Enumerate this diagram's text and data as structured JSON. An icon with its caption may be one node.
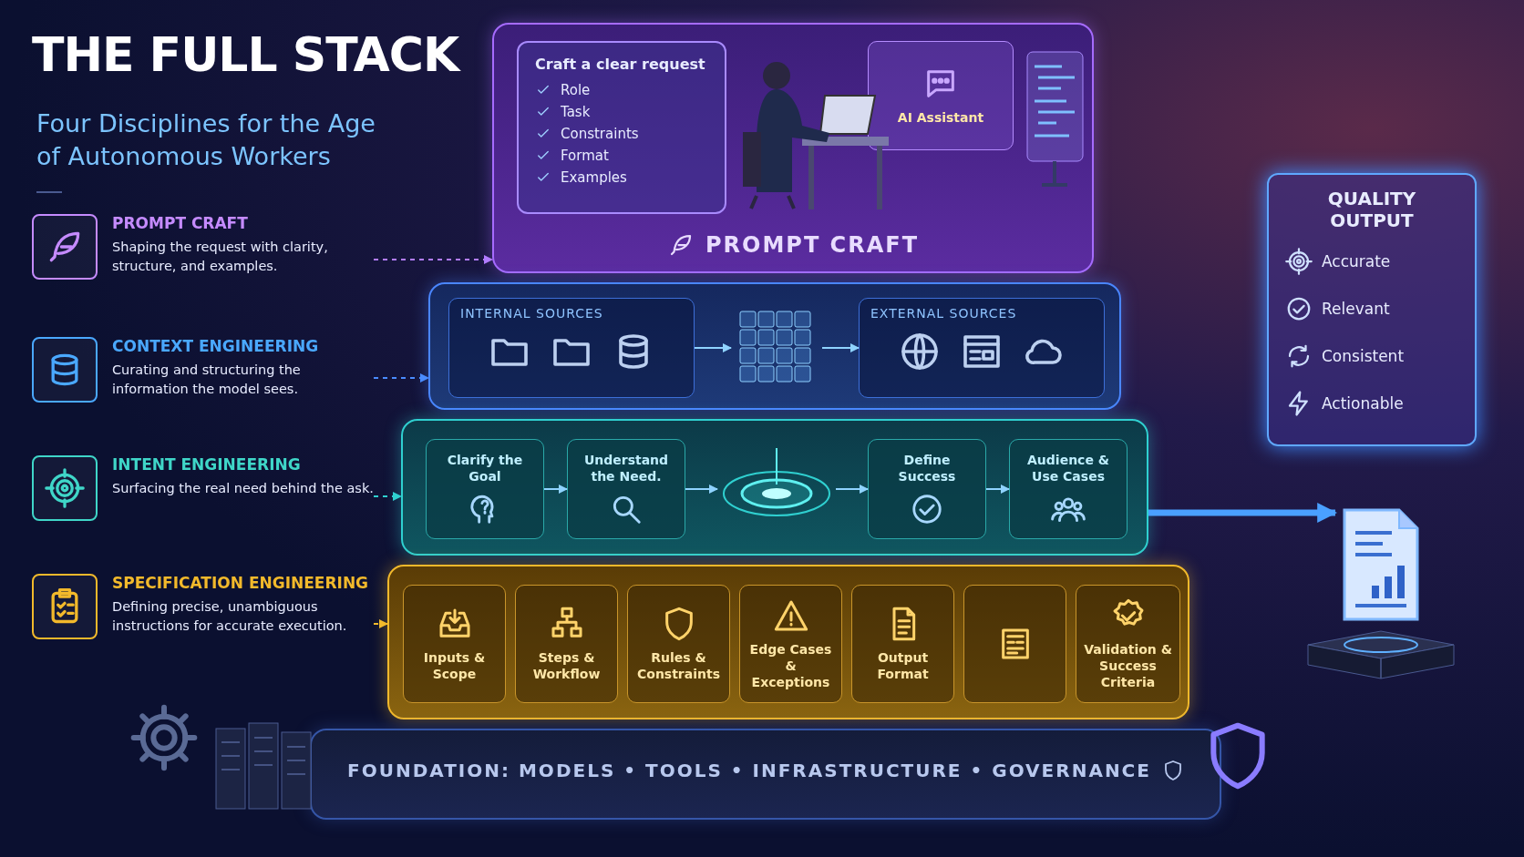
{
  "diagram": {
    "title": "THE FULL STACK",
    "nodes": [
      {
        "text": [
          "PROMPT CRAFT",
          "Shaping the request with clarity, structure, and examples."
        ]
      },
      {
        "text": [
          "CONTEXT ENGINEERING",
          "Curating and structuring the information the model sees."
        ]
      },
      {
        "text": [
          "INTENT ENGINEERING",
          "Surfacing the real need behind the ask."
        ]
      },
      {
        "text": [
          "SPECIFICATION ENGINEERING",
          "Defining precise, unambiguous instructions for accurate execution."
        ]
      },
      {
        "text": [
          "PROMPT CRAFT"
        ]
      },
      {
        "text": [
          "Craft a clear request",
          "Role",
          "Task",
          "Constraints",
          "Format",
          "Examples"
        ],
        "in": 4
      },
      {
        "text": [
          "AI Assistant"
        ],
        "in": 4
      },
      {
        "text": [],
        "shape": "box"
      },
      {
        "text": [
          "INTERNAL SOURCES"
        ],
        "in": 7
      },
      {
        "text": [],
        "shape": "picture",
        "in": 7
      },
      {
        "text": [
          "EXTERNAL SOURCES"
        ],
        "in": 7
      },
      {
        "text": [],
        "shape": "box"
      },
      {
        "text": [
          "Clarify the Goal"
        ],
        "in": 11
      },
      {
        "text": [
          "Understand the Need."
        ],
        "in": 11
      },
      {
        "text": [],
        "shape": "picture",
        "in": 11
      },
      {
        "text": [
          "Define Success"
        ],
        "in": 11
      },
      {
        "text": [
          "Audience & Use Cases"
        ],
        "in": 11
      },
      {
        "text": [],
        "shape": "box"
      },
      {
        "text": [
          "Inputs & Scope"
        ],
        "in": 17
      },
      {
        "text": [
          "Steps & Workflow"
        ],
        "in": 17
      },
      {
        "text": [
          "Rules & Constraints"
        ],
        "in": 17
      },
      {
        "text": [
          "Edge Cases & Exceptions"
        ],
        "in": 17
      },
      {
        "text": [
          "Output Format"
        ],
        "in": 17
      },
      {
        "text": [],
        "shape": "box",
        "in": 17
      },
      {
        "text": [
          "Validation & Success Criteria"
        ],
        "in": 17
      },
      {
        "text": [
          "FOUNDATION: MODELS • TOOLS • INFRASTRUCTURE • GOVERNANCE"
        ]
      },
      {
        "text": [
          "QUALITY OUTPUT",
          "Accurate",
          "Relevant",
          "Consistent",
          "Actionable"
        ]
      },
      {
        "text": [],
        "shape": "picture"
      }
    ],
    "edges": [
      {
        "from": 0,
        "to": 4,
        "arrow": "to",
        "style": "dashed",
        "color": "#b27cff"
      },
      {
        "from": 1,
        "to": 7,
        "arrow": "to",
        "style": "dashed",
        "color": "#4a8cff"
      },
      {
        "from": 2,
        "to": 11,
        "arrow": "to",
        "style": "dashed",
        "color": "#2fd0d0"
      },
      {
        "from": 3,
        "to": 17,
        "arrow": "to",
        "style": "dashed",
        "color": "#f2b92b"
      },
      {
        "from": 8,
        "to": 9,
        "arrow": "to"
      },
      {
        "from": 9,
        "to": 10,
        "arrow": "to"
      },
      {
        "from": 12,
        "to": 13,
        "arrow": "to"
      },
      {
        "from": 13,
        "to": 14,
        "arrow": "to"
      },
      {
        "from": 14,
        "to": 15,
        "arrow": "to"
      },
      {
        "from": 15,
        "to": 16,
        "arrow": "to"
      },
      {
        "from": 11,
        "to": 27,
        "arrow": "to",
        "style": "thick",
        "color": "#4aa0ff"
      }
    ],
    "labels": [
      "Four Disciplines for the Age of Autonomous Workers"
    ]
  }
}
